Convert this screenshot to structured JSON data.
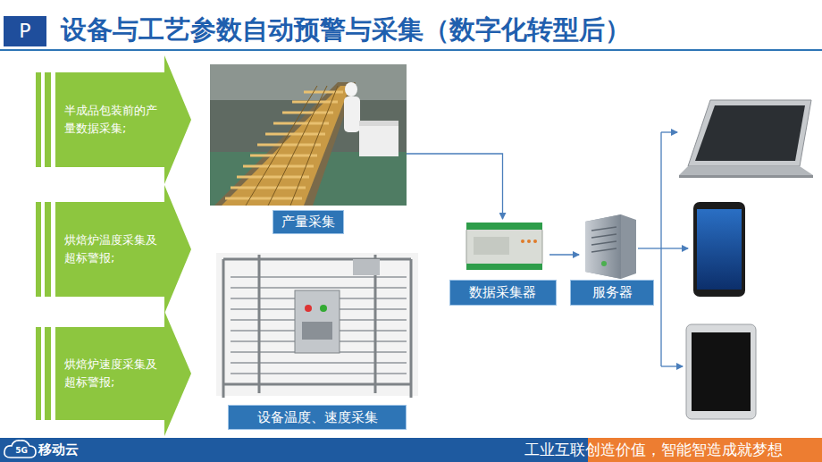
{
  "diagram": {
    "title": "设备与工艺参数自动预警与采集（数字化转型后）",
    "nodes": [
      {
        "text": [
          "半成品包装前的产量数据采集;"
        ]
      },
      {
        "text": [
          "烘焙炉温度采集及超标警报;"
        ]
      },
      {
        "text": [
          "烘焙炉速度采集及超标警报;"
        ]
      },
      {
        "text": [
          "产量采集"
        ]
      },
      {
        "text": [
          "设备温度、速度采集"
        ]
      },
      {
        "text": [
          "数据采集器"
        ]
      },
      {
        "text": [
          "服务器"
        ]
      }
    ],
    "edges": [
      {
        "from": 3,
        "to": 5,
        "arrow": "to"
      },
      {
        "from": 5,
        "to": 6,
        "arrow": "to"
      }
    ],
    "labels": [
      "P",
      "5G",
      "移动云",
      "工业互联创造价值，智能智造成就梦想"
    ]
  }
}
